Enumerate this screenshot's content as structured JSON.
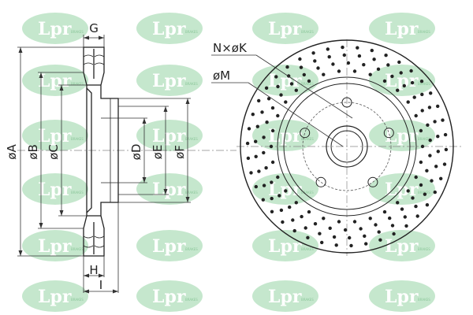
{
  "watermark": {
    "brand": "Lpr",
    "sub": "BRAKES",
    "color": "#bfe5c8"
  },
  "labels": {
    "G": "G",
    "H": "H",
    "I": "I",
    "A": "øA",
    "B": "øB",
    "C": "øC",
    "D": "øD",
    "E": "øE",
    "F": "øF",
    "NK": "N×øK",
    "M": "øM"
  },
  "colors": {
    "line": "#222222",
    "dim": "#333333",
    "centerline": "#888888"
  }
}
